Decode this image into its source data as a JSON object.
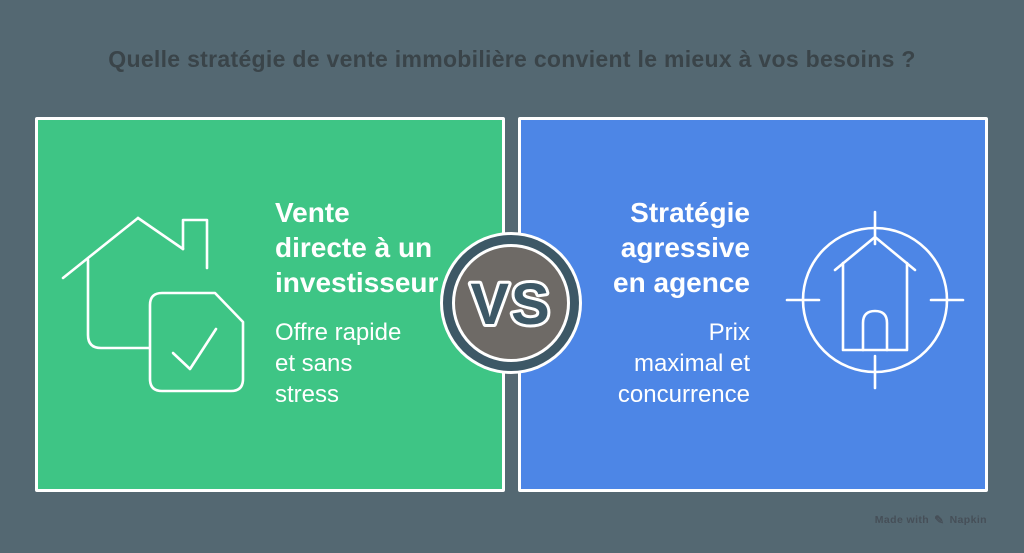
{
  "title": "Quelle stratégie de vente immobilière convient le mieux à vos besoins ?",
  "comparison": {
    "divider_label": "VS",
    "left": {
      "heading": "Vente\ndirecte à un\ninvestisseur",
      "subtitle": "Offre rapide\net sans\nstress",
      "icon": "house-check-icon",
      "color": "#3EC585"
    },
    "right": {
      "heading": "Stratégie\nagressive\nen agence",
      "subtitle": "Prix\nmaximal et\nconcurrence",
      "icon": "house-target-icon",
      "color": "#4D86E6"
    }
  },
  "watermark": {
    "prefix": "Made with",
    "brand": "Napkin",
    "icon": "pen-icon"
  },
  "colors": {
    "background": "#546872",
    "panel_green": "#3EC585",
    "panel_blue": "#4D86E6",
    "panel_border": "#FFFFFF",
    "panel_text": "#FFFFFF",
    "title_text": "#3A4449",
    "vs_disc_fill": "#6E6A66",
    "vs_ring": "#3D5866",
    "vs_text": "#3D5866",
    "icon_stroke": "#FFFFFF",
    "watermark_text": "#464F58"
  }
}
